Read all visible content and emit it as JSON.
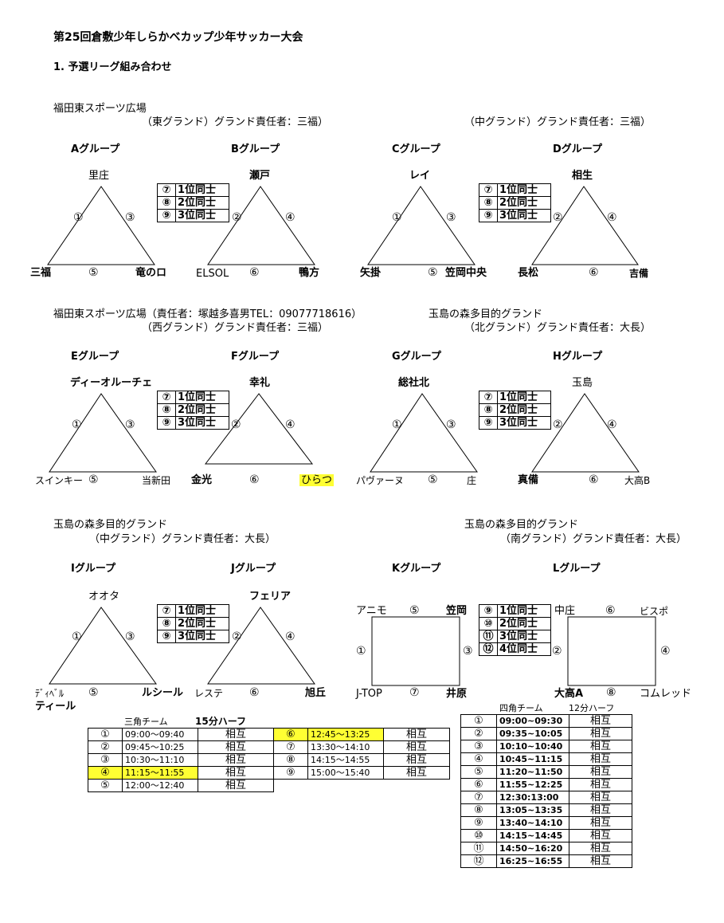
{
  "title": "第25回倉敷少年しらかべカップ少年サッカー大会",
  "section": "1. 予選リーグ組み合わせ",
  "venues": {
    "v1": "福田東スポーツ広場",
    "v1_east": "（東グランド）グランド責任者：三福）",
    "v1_mid": "（中グランド）グランド責任者：三福）",
    "v2": "福田東スポーツ広場（責任者：塚越多喜男TEL：09077718616）",
    "v2_west": "（西グランド）グランド責任者：三福）",
    "v3": "玉島の森多目的グランド",
    "v3_north": "（北グランド）グランド責任者：大長）",
    "v4": "玉島の森多目的グランド",
    "v4_mid": "（中グランド）グランド責任者：大長）",
    "v5": "玉島の森多目的グランド",
    "v5_south": "（南グランド）グランド責任者：大長）"
  },
  "groups": {
    "A": {
      "name": "Aグループ",
      "top": "里庄",
      "left": "三福",
      "right": "竜のロ",
      "m_left": "①",
      "m_right": "③",
      "m_bottom": "⑤"
    },
    "B": {
      "name": "Bグループ",
      "top": "瀬戸",
      "left": "ELSOL",
      "right": "鴨方",
      "m_left": "②",
      "m_right": "④",
      "m_bottom": "⑥"
    },
    "C": {
      "name": "Cグループ",
      "top": "レイ",
      "left": "矢掛",
      "right": "笠岡中央",
      "m_left": "①",
      "m_right": "③",
      "m_bottom": "⑤"
    },
    "D": {
      "name": "Dグループ",
      "top": "相生",
      "left": "長松",
      "right": "吉備",
      "m_left": "②",
      "m_right": "④",
      "m_bottom": "⑥"
    },
    "E": {
      "name": "Eグループ",
      "top": "ディーオルーチェ",
      "left": "スインキー",
      "right": "当新田",
      "m_left": "①",
      "m_right": "③",
      "m_bottom": "⑤"
    },
    "F": {
      "name": "Fグループ",
      "top": "幸礼",
      "left": "金光",
      "right": "ひらつ",
      "m_left": "②",
      "m_right": "④",
      "m_bottom": "⑥"
    },
    "G": {
      "name": "Gグループ",
      "top": "総社北",
      "left": "パヴァーヌ",
      "right": "庄",
      "m_left": "①",
      "m_right": "③",
      "m_bottom": "⑤"
    },
    "H": {
      "name": "Hグループ",
      "top": "玉島",
      "left": "真備",
      "right": "大高B",
      "m_left": "②",
      "m_right": "④",
      "m_bottom": "⑥"
    },
    "I": {
      "name": "Iグループ",
      "top": "オオタ",
      "left": "ﾃﾞｨﾍﾞﾙ",
      "left2": "ティール",
      "right": "ルシール",
      "m_left": "①",
      "m_right": "③",
      "m_bottom": "⑤"
    },
    "J": {
      "name": "Jグループ",
      "top": "フェリア",
      "left": "レステ",
      "right": "旭丘",
      "m_left": "②",
      "m_right": "④",
      "m_bottom": "⑥"
    },
    "K": {
      "name": "Kグループ",
      "tl": "アニモ",
      "tr": "笠岡",
      "bl": "J-TOP",
      "br": "井原",
      "m_top": "⑤",
      "m_left": "①",
      "m_right": "③",
      "m_bottom": "⑦"
    },
    "L": {
      "name": "Lグループ",
      "tl": "中庄",
      "tr": "ビスポ",
      "bl": "大高A",
      "br": "コムレッド",
      "m_top": "⑥",
      "m_left": "②",
      "m_right": "④",
      "m_bottom": "⑧"
    }
  },
  "ranking3": [
    {
      "n": "⑦",
      "label": "1位同士"
    },
    {
      "n": "⑧",
      "label": "2位同士"
    },
    {
      "n": "⑨",
      "label": "3位同士"
    }
  ],
  "ranking4": [
    {
      "n": "⑨",
      "label": "1位同士"
    },
    {
      "n": "⑩",
      "label": "2位同士"
    },
    {
      "n": "⑪",
      "label": "3位同士"
    },
    {
      "n": "⑫",
      "label": "4位同士"
    }
  ],
  "sched3": {
    "title": "三角チーム",
    "half": "15分ハーフ",
    "left": [
      {
        "n": "①",
        "time": "09:00～09:40",
        "type": "相互"
      },
      {
        "n": "②",
        "time": "09:45～10:25",
        "type": "相互"
      },
      {
        "n": "③",
        "time": "10:30～11:10",
        "type": "相互"
      },
      {
        "n": "④",
        "time": "11:15～11:55",
        "type": "相互"
      },
      {
        "n": "⑤",
        "time": "12:00～12:40",
        "type": "相互"
      }
    ],
    "right": [
      {
        "n": "⑥",
        "time": "12:45～13:25",
        "type": "相互"
      },
      {
        "n": "⑦",
        "time": "13:30～14:10",
        "type": "相互"
      },
      {
        "n": "⑧",
        "time": "14:15～14:55",
        "type": "相互"
      },
      {
        "n": "⑨",
        "time": "15:00～15:40",
        "type": "相互"
      }
    ],
    "highlight_color": "#ffff33"
  },
  "sched4": {
    "title": "四角チーム",
    "half": "12分ハーフ",
    "rows": [
      {
        "n": "①",
        "time": "09:00~09:30",
        "type": "相互"
      },
      {
        "n": "②",
        "time": "09:35~10:05",
        "type": "相互"
      },
      {
        "n": "③",
        "time": "10:10~10:40",
        "type": "相互"
      },
      {
        "n": "④",
        "time": "10:45~11:15",
        "type": "相互"
      },
      {
        "n": "⑤",
        "time": "11:20~11:50",
        "type": "相互"
      },
      {
        "n": "⑥",
        "time": "11:55~12:25",
        "type": "相互"
      },
      {
        "n": "⑦",
        "time": "12:30:13:00",
        "type": "相互"
      },
      {
        "n": "⑧",
        "time": "13:05~13:35",
        "type": "相互"
      },
      {
        "n": "⑨",
        "time": "13:40~14:10",
        "type": "相互"
      },
      {
        "n": "⑩",
        "time": "14:15~14:45",
        "type": "相互"
      },
      {
        "n": "⑪",
        "time": "14:50~16:20",
        "type": "相互"
      },
      {
        "n": "⑫",
        "time": "16:25~16:55",
        "type": "相互"
      }
    ]
  }
}
